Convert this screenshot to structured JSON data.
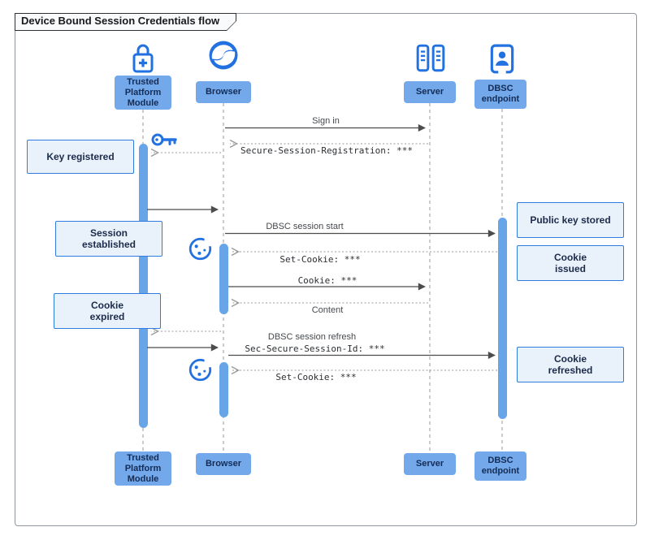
{
  "frame": {
    "title": "Device Bound Session Credentials flow"
  },
  "actors": {
    "tpm": {
      "label": "Trusted Platform Module",
      "icon": "lock-plus-icon"
    },
    "browser": {
      "label": "Browser",
      "icon": "globe-icon"
    },
    "server": {
      "label": "Server",
      "icon": "server-icon"
    },
    "dbsc": {
      "label": "DBSC endpoint",
      "icon": "id-badge-icon"
    }
  },
  "messages": {
    "sign_in": {
      "label": "Sign in",
      "from": "browser",
      "to": "server",
      "style": "solid"
    },
    "registration": {
      "label": "Secure-Session-Registration: ***",
      "from": "server",
      "to": "browser",
      "style": "dotted"
    },
    "key_store": {
      "label": "",
      "from": "browser",
      "to": "tpm",
      "style": "dotted"
    },
    "key_ack": {
      "label": "",
      "from": "tpm",
      "to": "browser",
      "style": "solid"
    },
    "session_start": {
      "label": "DBSC session start",
      "from": "browser",
      "to": "dbsc",
      "style": "solid"
    },
    "set_cookie_1": {
      "label": "Set-Cookie: ***",
      "from": "dbsc",
      "to": "browser",
      "style": "dotted"
    },
    "cookie": {
      "label": "Cookie: ***",
      "from": "browser",
      "to": "server",
      "style": "solid"
    },
    "content": {
      "label": "Content",
      "from": "server",
      "to": "browser",
      "style": "dotted"
    },
    "sign_request": {
      "label": "",
      "from": "browser",
      "to": "tpm",
      "style": "dotted"
    },
    "sign_result": {
      "label": "",
      "from": "tpm",
      "to": "browser",
      "style": "solid"
    },
    "refresh": {
      "label_line1": "DBSC session refresh",
      "label_line2": "Sec-Secure-Session-Id: ***",
      "from": "browser",
      "to": "dbsc",
      "style": "solid"
    },
    "set_cookie_2": {
      "label": "Set-Cookie: ***",
      "from": "dbsc",
      "to": "browser",
      "style": "dotted"
    }
  },
  "notes": {
    "key_registered": "Key registered",
    "session_established": "Session established",
    "cookie_expired": "Cookie expired",
    "public_key_stored": "Public key stored",
    "cookie_issued": "Cookie issued",
    "cookie_refreshed": "Cookie refreshed"
  },
  "icons": {
    "inline": [
      "key-icon",
      "cookie-icon",
      "cookie-icon"
    ]
  },
  "colors": {
    "icon_blue": "#2271e0",
    "actor_fill": "#73a9eb",
    "actor_text": "#142c55",
    "activation_bar": "#68a4e8",
    "note_fill": "#e9f1fb",
    "note_border": "#2e7ce0",
    "solid_arrow": "#4c4c4c",
    "dotted_arrow": "#9b9b9b",
    "lifeline": "#ababab"
  }
}
